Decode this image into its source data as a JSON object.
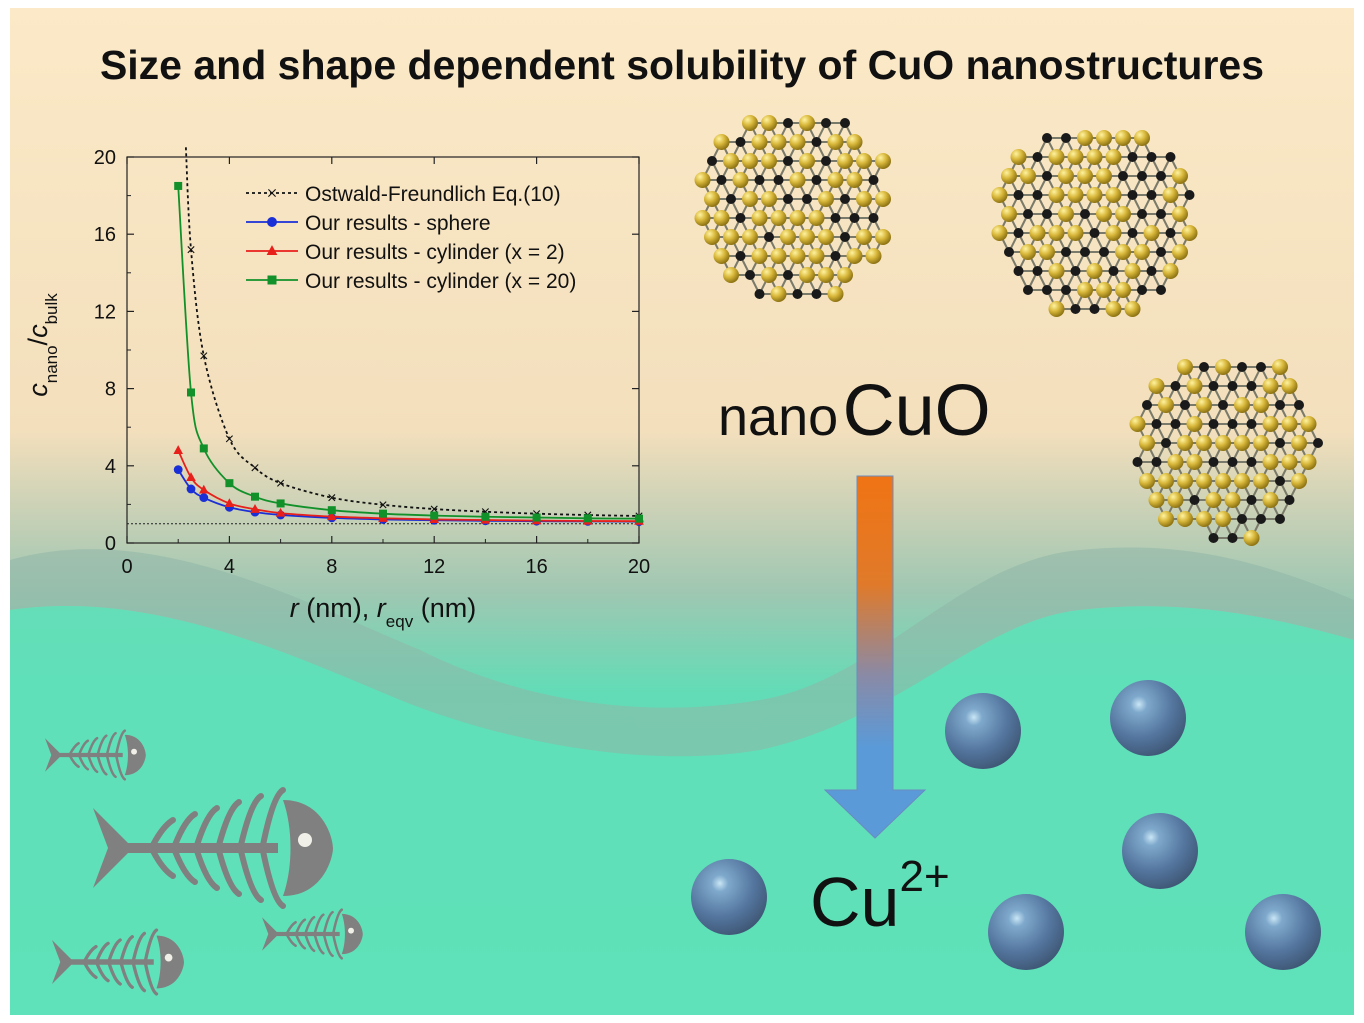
{
  "title": "Size and shape dependent solubility of CuO nanostructures",
  "nano_label": {
    "prefix": "nano",
    "formula": "CuO"
  },
  "ion_label": {
    "base": "Cu",
    "charge": "2+"
  },
  "colors": {
    "sphere": "#1b2fd6",
    "cyl2": "#e8201b",
    "cyl20": "#12912a",
    "ostwald": "#111111",
    "water": "#5fe0b8",
    "sand": "#f5e4c1",
    "arrow_top": "#f07414",
    "arrow_bottom": "#5a9ad8",
    "ion": "#5a7fa6",
    "fish": "#808080"
  },
  "chart_data": {
    "type": "line",
    "xlabel": {
      "r": "r",
      "unit1": " (nm), ",
      "reqv": "r",
      "sub": "eqv",
      "unit2": " (nm)"
    },
    "ylabel": {
      "c1": "c",
      "sub1": "nano",
      "slash": "/",
      "c2": "c",
      "sub2": "bulk"
    },
    "xlim": [
      0,
      20
    ],
    "ylim": [
      0,
      20
    ],
    "xticks": [
      "0",
      "4",
      "8",
      "12",
      "16",
      "20"
    ],
    "yticks": [
      "0",
      "4",
      "8",
      "12",
      "16",
      "20"
    ],
    "reference_line": 1,
    "legend_position": "top-right",
    "series": [
      {
        "name": "Ostwald-Freundlich Eq.(10)",
        "style": "dotted",
        "marker": "x",
        "color": "#111111",
        "x": [
          2.5,
          3,
          4,
          5,
          6,
          8,
          10,
          12,
          14,
          16,
          18,
          20
        ],
        "y": [
          15.2,
          9.7,
          5.4,
          3.9,
          3.1,
          2.35,
          1.98,
          1.76,
          1.62,
          1.52,
          1.45,
          1.4
        ]
      },
      {
        "name": "Our results - sphere",
        "style": "solid",
        "marker": "circle",
        "color": "#1b2fd6",
        "x": [
          2,
          2.5,
          3,
          4,
          5,
          6,
          8,
          10,
          12,
          14,
          16,
          18,
          20
        ],
        "y": [
          3.8,
          2.8,
          2.35,
          1.85,
          1.6,
          1.45,
          1.3,
          1.22,
          1.18,
          1.15,
          1.13,
          1.12,
          1.11
        ]
      },
      {
        "name": "Our results - cylinder (x = 2)",
        "style": "solid",
        "marker": "triangle",
        "color": "#e8201b",
        "x": [
          2,
          2.5,
          3,
          4,
          5,
          6,
          8,
          10,
          12,
          14,
          16,
          18,
          20
        ],
        "y": [
          4.8,
          3.4,
          2.75,
          2.05,
          1.75,
          1.55,
          1.37,
          1.28,
          1.22,
          1.19,
          1.16,
          1.14,
          1.13
        ]
      },
      {
        "name": "Our results - cylinder (x = 20)",
        "style": "solid",
        "marker": "square",
        "color": "#12912a",
        "x": [
          2,
          2.5,
          3,
          4,
          5,
          6,
          8,
          10,
          12,
          14,
          16,
          18,
          20
        ],
        "y": [
          18.5,
          7.8,
          4.9,
          3.1,
          2.4,
          2.05,
          1.7,
          1.52,
          1.42,
          1.36,
          1.32,
          1.28,
          1.26
        ]
      }
    ]
  }
}
